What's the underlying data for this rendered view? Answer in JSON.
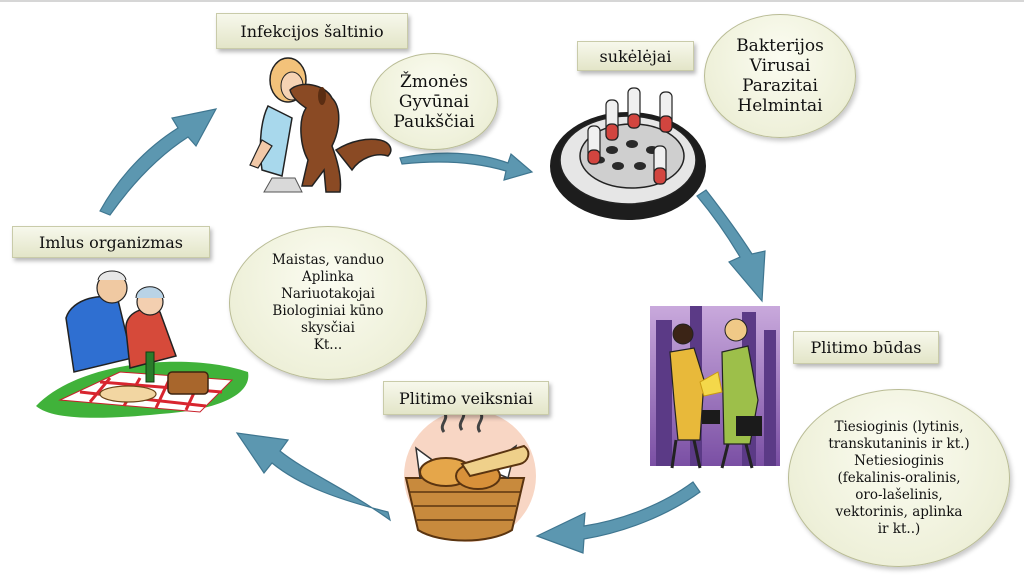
{
  "labels": {
    "source": "Infekcijos šaltinio",
    "pathogens": "sukėlėjai",
    "transmission": "Plitimo būdas",
    "factors": "Plitimo veiksniai",
    "host": "Imlus organizmas"
  },
  "bubbles": {
    "source_items": [
      "Žmonės",
      "Gyvūnai",
      "Paukščiai"
    ],
    "pathogen_items": [
      "Bakterijos",
      "Virusai",
      "Parazitai",
      "Helmintai"
    ],
    "transmission_items": [
      "Tiesioginis (lytinis,",
      "transkutaninis ir kt.)",
      "Netiesioginis",
      "(fekalinis-oralinis,",
      "oro-lašelinis,",
      "vektorinis, aplinka",
      "ir kt..)"
    ],
    "factor_items": [
      "Maistas, vanduo",
      "Aplinka",
      "Nariuotakojai",
      "Biologiniai kūno",
      "skysčiai",
      "Kt..."
    ]
  },
  "colors": {
    "arrow": "#5c97b0",
    "arrow_edge": "#3f7690",
    "label_fill": "#eef0dc",
    "bubble_fill": "#f1f3df"
  },
  "illustrations": [
    "woman-with-dog-clipart",
    "petri-dish-test-tubes-clipart",
    "business-handshake-clipart",
    "bread-basket-clipart",
    "elderly-couple-picnic-clipart"
  ]
}
